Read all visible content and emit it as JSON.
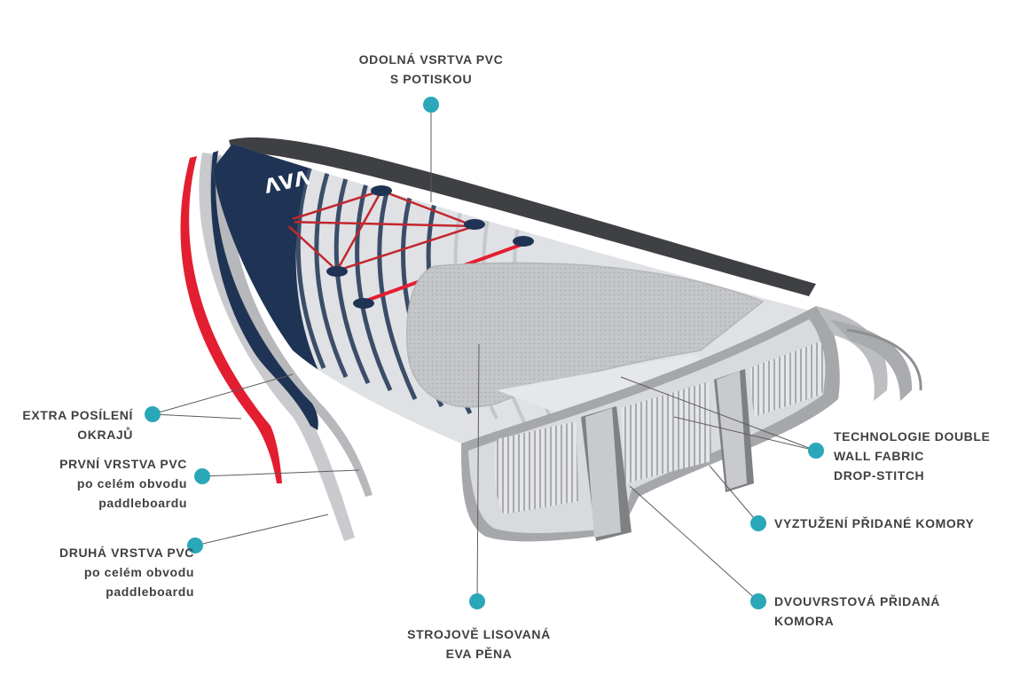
{
  "colors": {
    "dot": "#2aa7b8",
    "label": "#404040",
    "navy": "#1f3354",
    "red": "#e31e30",
    "grey_light": "#d6d7da",
    "grey_mid": "#9a9ca0",
    "grey_dark": "#4e4f52"
  },
  "labels": {
    "top_pvc": [
      "ODOLNÁ VSRTVA PVC",
      "S POTISKOU"
    ],
    "edge_reinforce": [
      "EXTRA POSÍLENÍ",
      "OKRAJŮ"
    ],
    "first_pvc": [
      "PRVNÍ VRSTVA PVC",
      "po celém obvodu",
      "paddleboardu"
    ],
    "second_pvc": [
      "DRUHÁ VRSTVA PVC",
      "po celém obvodu",
      "paddleboardu"
    ],
    "eva_foam": [
      "STROJOVĚ LISOVANÁ",
      "EVA PĚNA"
    ],
    "drop_stitch": [
      "TECHNOLOGIE  DOUBLE",
      "WALL FABRIC",
      "DROP-STITCH"
    ],
    "chamber_reinforce": [
      "VYZTUŽENÍ PŘIDANÉ KOMORY"
    ],
    "double_chamber": [
      "DVOUVRSTOVÁ PŘIDANÁ",
      "KOMORA"
    ]
  }
}
